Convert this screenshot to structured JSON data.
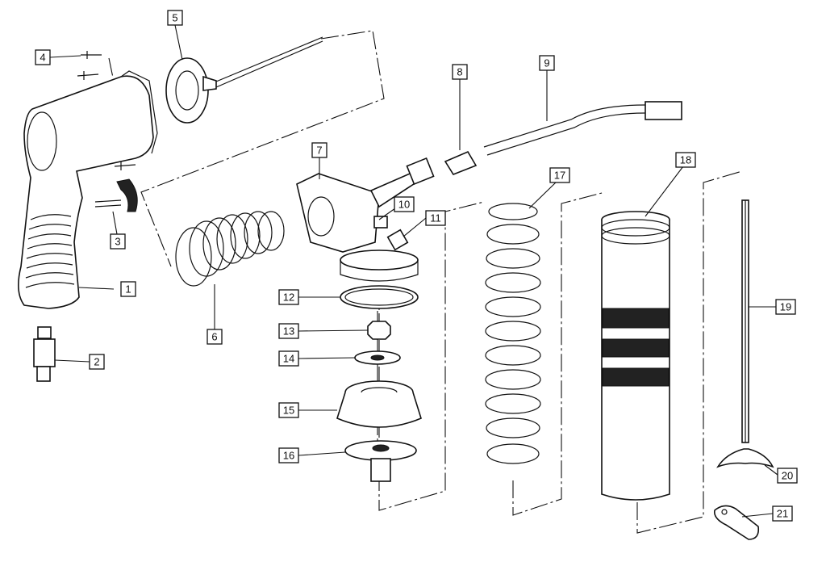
{
  "diagram": {
    "callouts": [
      {
        "id": "c1",
        "number": "1",
        "part": "pistol-grip-body"
      },
      {
        "id": "c2",
        "number": "2",
        "part": "air-inlet-fitting"
      },
      {
        "id": "c3",
        "number": "3",
        "part": "trigger"
      },
      {
        "id": "c4",
        "number": "4",
        "part": "screws"
      },
      {
        "id": "c5",
        "number": "5",
        "part": "piston-rod-assembly"
      },
      {
        "id": "c6",
        "number": "6",
        "part": "piston-spring"
      },
      {
        "id": "c7",
        "number": "7",
        "part": "pump-head"
      },
      {
        "id": "c8",
        "number": "8",
        "part": "coupler-nut"
      },
      {
        "id": "c9",
        "number": "9",
        "part": "extension-tube"
      },
      {
        "id": "c10",
        "number": "10",
        "part": "fitting"
      },
      {
        "id": "c11",
        "number": "11",
        "part": "bleeder-valve"
      },
      {
        "id": "c12",
        "number": "12",
        "part": "o-ring"
      },
      {
        "id": "c13",
        "number": "13",
        "part": "hex-nut"
      },
      {
        "id": "c14",
        "number": "14",
        "part": "washer"
      },
      {
        "id": "c15",
        "number": "15",
        "part": "follower-cup"
      },
      {
        "id": "c16",
        "number": "16",
        "part": "follower-plate"
      },
      {
        "id": "c17",
        "number": "17",
        "part": "follower-spring"
      },
      {
        "id": "c18",
        "number": "18",
        "part": "grease-barrel"
      },
      {
        "id": "c19",
        "number": "19",
        "part": "follower-rod"
      },
      {
        "id": "c20",
        "number": "20",
        "part": "t-handle"
      },
      {
        "id": "c21",
        "number": "21",
        "part": "retainer-clip"
      }
    ]
  }
}
